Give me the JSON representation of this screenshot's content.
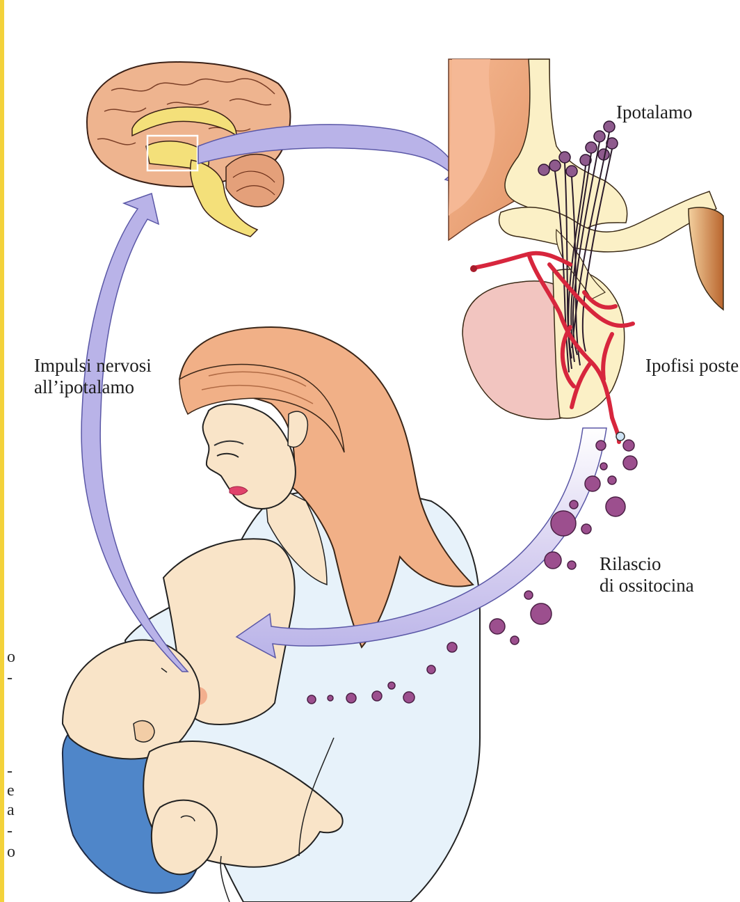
{
  "labels": {
    "hypothalamus": "Ipotalamo",
    "nerve_impulses": [
      "Impulsi nervosi",
      "all’ipotalamo"
    ],
    "posterior_pituitary": "Ipofisi poste",
    "oxytocin_release": [
      "Rilascio",
      "di ossitocina"
    ]
  },
  "margin_text": [
    "o",
    "-",
    "-",
    "e",
    "a",
    "-",
    "o"
  ],
  "colors": {
    "arrow": "#b9b3e8",
    "arrow_outline": "#5a57a6",
    "brain": "#eeb48f",
    "brainstem": "#f4e07a",
    "blood_vessel": "#d7263d",
    "neuron": "#8e5a8d",
    "oxytocin": "#9c4f8e",
    "skin": "#f9e4c8",
    "hair": "#f1b087",
    "shirt": "#e7f2fa",
    "blanket": "#4f86c9",
    "page_edge": "#f3d23a"
  }
}
